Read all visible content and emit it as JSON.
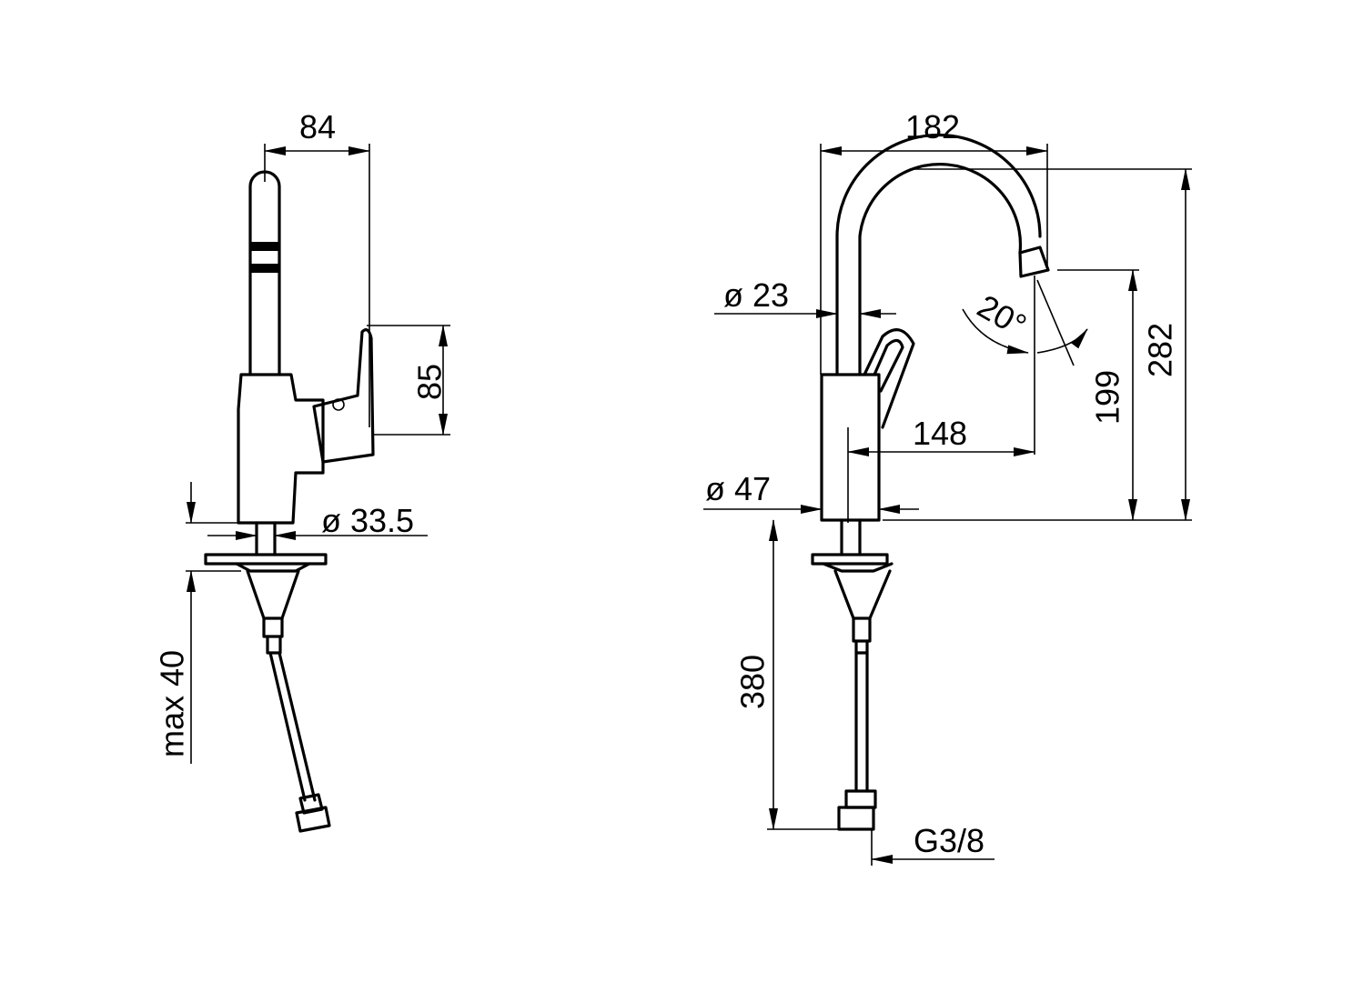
{
  "side_view": {
    "width_label": "84",
    "lever_height_label": "85",
    "base_diameter_label": "ø 33.5",
    "deck_thickness_label": "max 40"
  },
  "front_view": {
    "reach_total_label": "182",
    "spout_diameter_label": "ø 23",
    "swivel_angle_label": "20°",
    "height_total_label": "282",
    "outlet_height_label": "199",
    "reach_label": "148",
    "body_diameter_label": "ø 47",
    "hose_length_label": "380",
    "connection_label": "G3/8"
  }
}
